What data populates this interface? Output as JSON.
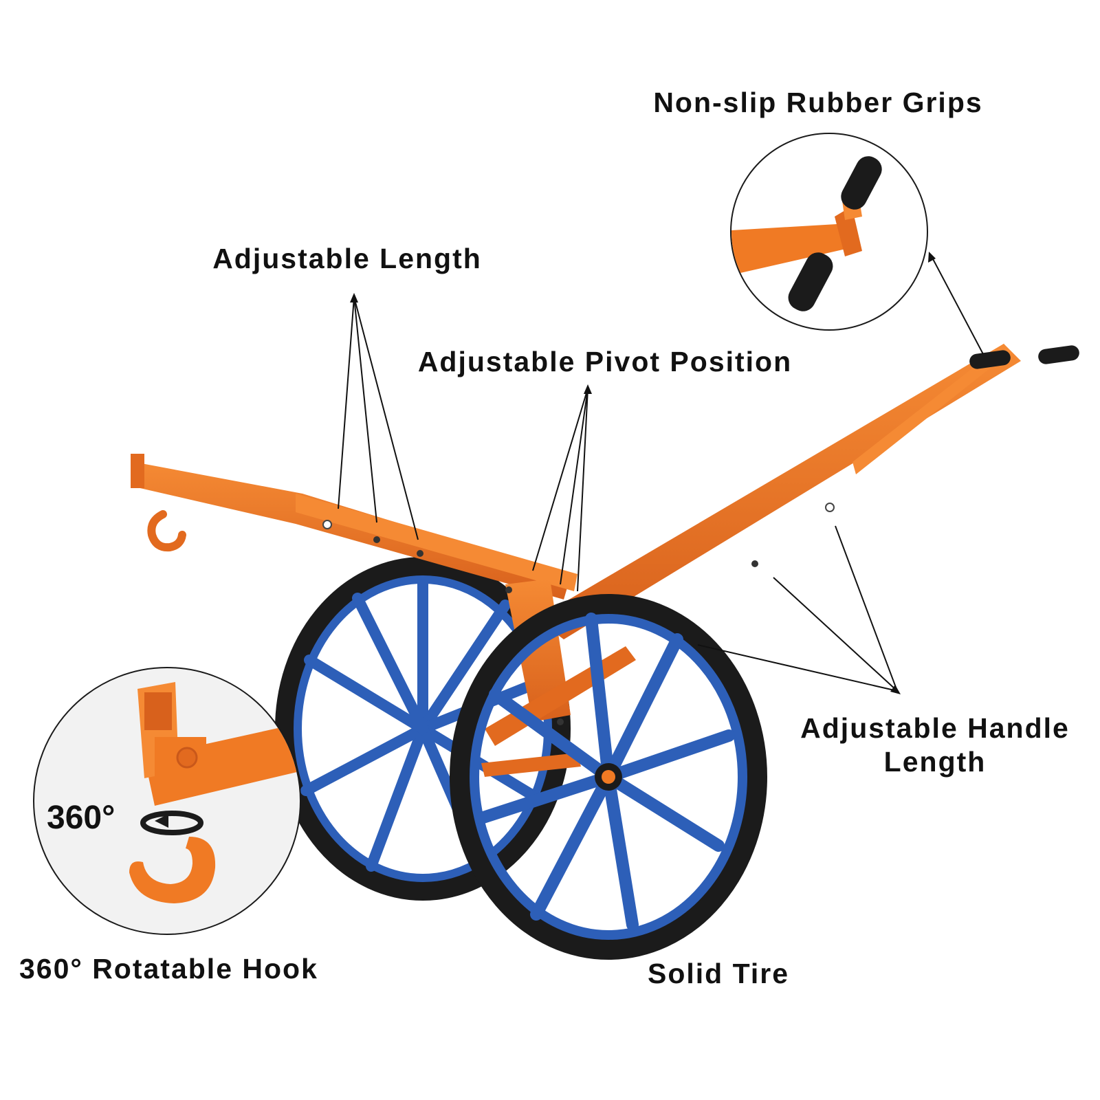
{
  "labels": {
    "grips": "Non-slip Rubber Grips",
    "length": "Adjustable Length",
    "pivot": "Adjustable Pivot Position",
    "handle_line1": "Adjustable Handle",
    "handle_line2": "Length",
    "hook": "360° Rotatable Hook",
    "tire": "Solid Tire"
  },
  "hook_badge": "360°",
  "colors": {
    "frame_orange": "#f07a24",
    "frame_shadow": "#c9581a",
    "wheel_blue": "#2d5fb8",
    "tire_black": "#1b1b1b",
    "text": "#111111",
    "background": "#ffffff"
  },
  "icons": [
    "rotate-arrow-icon",
    "hook-icon"
  ]
}
